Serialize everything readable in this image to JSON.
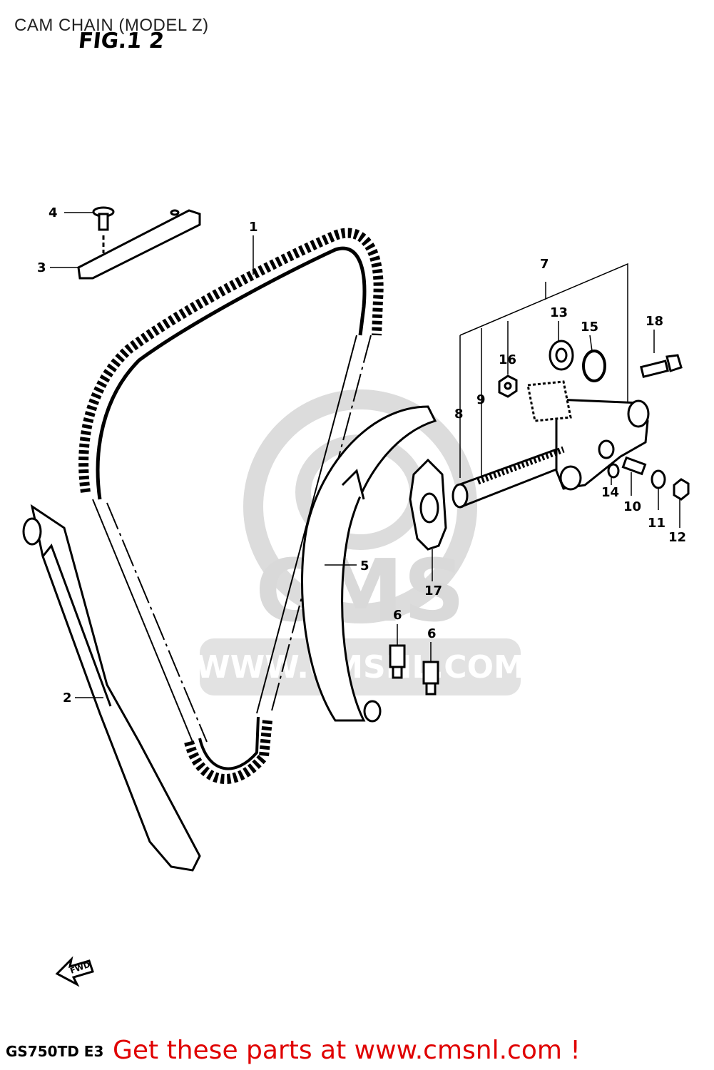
{
  "header": {
    "title": "CAM CHAIN (MODEL Z)",
    "figure": "FIG.1 2"
  },
  "watermark": {
    "brand": "CMS",
    "url": "WWW.CMSNL.COM"
  },
  "callouts": [
    {
      "id": "c1",
      "number": "1"
    },
    {
      "id": "c2",
      "number": "2"
    },
    {
      "id": "c3",
      "number": "3"
    },
    {
      "id": "c4",
      "number": "4"
    },
    {
      "id": "c5",
      "number": "5"
    },
    {
      "id": "c6a",
      "number": "6"
    },
    {
      "id": "c6b",
      "number": "6"
    },
    {
      "id": "c7",
      "number": "7"
    },
    {
      "id": "c8",
      "number": "8"
    },
    {
      "id": "c9",
      "number": "9"
    },
    {
      "id": "c10",
      "number": "10"
    },
    {
      "id": "c11",
      "number": "11"
    },
    {
      "id": "c12",
      "number": "12"
    },
    {
      "id": "c13",
      "number": "13"
    },
    {
      "id": "c14",
      "number": "14"
    },
    {
      "id": "c15",
      "number": "15"
    },
    {
      "id": "c16",
      "number": "16"
    },
    {
      "id": "c17",
      "number": "17"
    },
    {
      "id": "c18",
      "number": "18"
    }
  ],
  "fwd_label": "FWD",
  "footer": {
    "model_code": "GS750TD E3",
    "cta": "Get these parts at www.cmsnl.com !"
  },
  "colors": {
    "cta": "#e00000",
    "watermark": "#d9d9d9",
    "line": "#000000"
  }
}
